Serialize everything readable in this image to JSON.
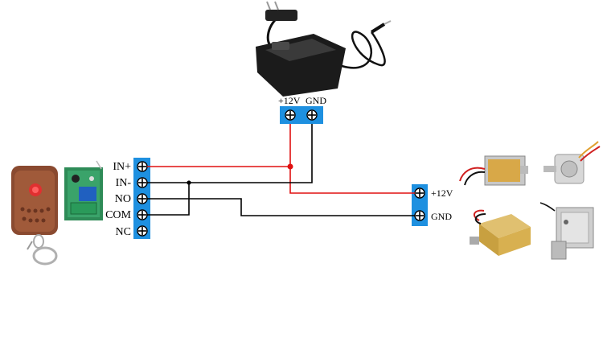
{
  "power_terminal": {
    "pos_label": "+12V",
    "neg_label": "GND"
  },
  "relay_terminal": {
    "labels": [
      "IN+",
      "IN-",
      "NO",
      "COM",
      "NC"
    ]
  },
  "lock_terminal": {
    "pos_label": "+12V",
    "neg_label": "GND"
  },
  "colors": {
    "terminal": "#1e90e0",
    "wire_positive": "#e01010",
    "wire_negative": "#000000"
  },
  "icons": [
    "power-adapter-icon",
    "remote-fob-icon",
    "relay-board-icon",
    "electric-lock-icon"
  ]
}
